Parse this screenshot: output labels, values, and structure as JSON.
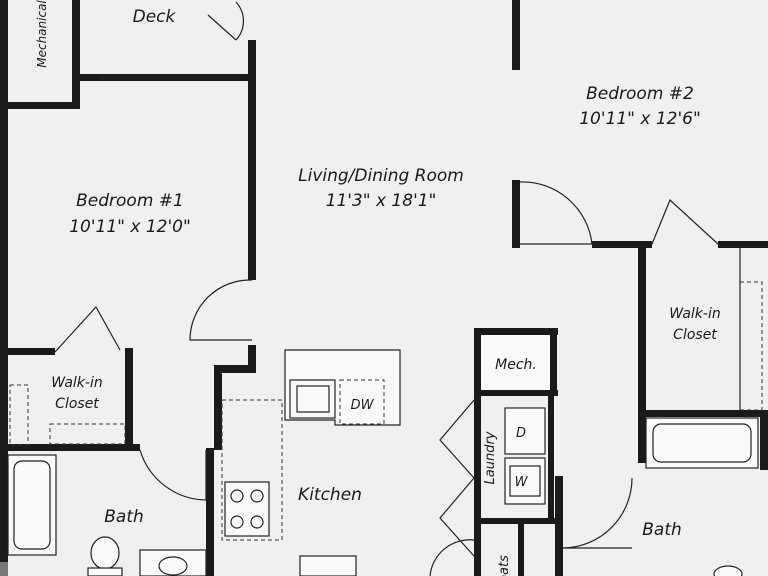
{
  "rooms": {
    "deck": {
      "name": "Deck"
    },
    "mechanical": {
      "name": "Mechanical"
    },
    "bedroom1": {
      "name": "Bedroom #1",
      "dims": "10'11\" x 12'0\""
    },
    "bedroom2": {
      "name": "Bedroom #2",
      "dims": "10'11\" x 12'6\""
    },
    "living": {
      "name": "Living/Dining Room",
      "dims": "11'3\" x 18'1\""
    },
    "walkin1": {
      "line1": "Walk-in",
      "line2": "Closet"
    },
    "walkin2": {
      "line1": "Walk-in",
      "line2": "Closet"
    },
    "kitchen": {
      "name": "Kitchen"
    },
    "bath1": {
      "name": "Bath"
    },
    "bath2": {
      "name": "Bath"
    },
    "mech": {
      "name": "Mech."
    },
    "laundry": {
      "name": "Laundry"
    },
    "coats": {
      "name": "Coats"
    }
  },
  "appliances": {
    "dishwasher": "DW",
    "dryer": "D",
    "washer": "W"
  },
  "colors": {
    "wall": "#1a1a1a",
    "floor": "#f0f0f0"
  }
}
